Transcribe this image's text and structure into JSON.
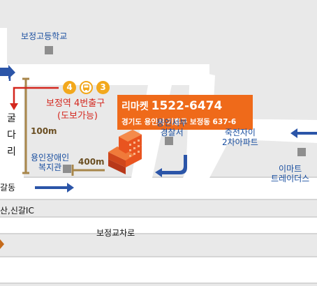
{
  "labels": {
    "bojeong_high": "보정고등학교",
    "bojeong_station": "보정역 4번출구",
    "walk_possible": "(도보가능)",
    "gul": "굴",
    "da": "다",
    "ri": "리",
    "dist_100m": "100m",
    "dist_400m": "400m",
    "welfare_1": "용인장애인",
    "welfare_2": "복지관",
    "police_1": "용인서부",
    "police_2": "경찰서",
    "apt_1": "죽전자이",
    "apt_2": "2차아파트",
    "emart_1": "이마트",
    "emart_2": "트레이더스",
    "galdong": "갈동",
    "ic": "산,신갈IC",
    "bojeong_intersection": "보정교차로"
  },
  "callout": {
    "name": "리마켓",
    "phone": "1522-6474",
    "address": "경기도 용인시 기흥구 보정동 637-6"
  },
  "badges": {
    "left": "4",
    "right": "3"
  },
  "colors": {
    "road": "#ffffff",
    "background": "#e9e9e9",
    "callout": "#ef6a1a",
    "route_red": "#d4271e",
    "arrow_blue": "#2b55a8",
    "building_orange": "#e9541f",
    "badge_yellow": "#f2a81d",
    "distance_tan": "#a8864a"
  }
}
